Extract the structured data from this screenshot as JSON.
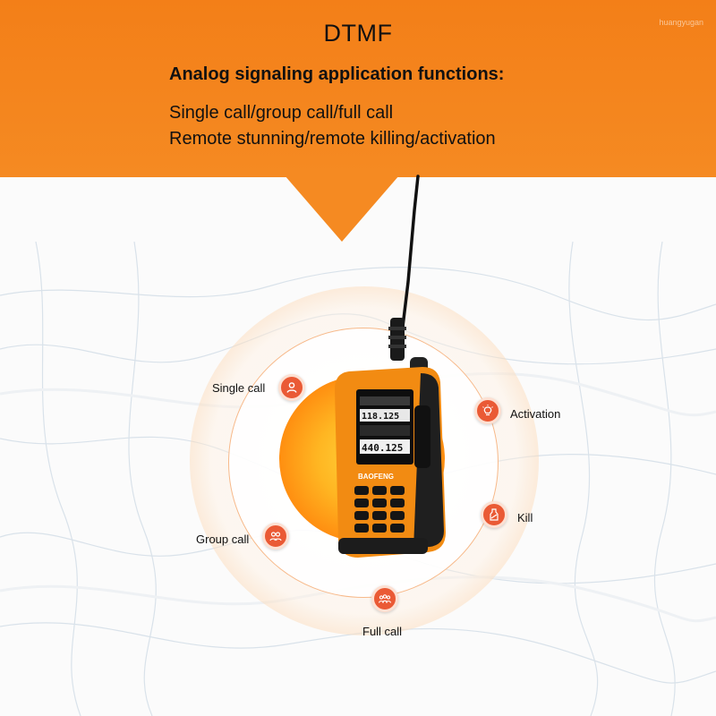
{
  "header": {
    "title": "DTMF",
    "subtitle": "Analog signaling application functions:",
    "lines": [
      "Single call/group call/full call",
      "Remote stunning/remote killing/activation"
    ]
  },
  "watermark": "huangyugan",
  "functions": [
    {
      "label": "Single call",
      "icon": "single-person-icon"
    },
    {
      "label": "Activation",
      "icon": "lightbulb-icon"
    },
    {
      "label": "Kill",
      "icon": "kill-icon"
    },
    {
      "label": "Group call",
      "icon": "group-icon"
    },
    {
      "label": "Full call",
      "icon": "crowd-icon"
    }
  ],
  "radio": {
    "brand": "BAOFENG",
    "freq_top": "118.125",
    "freq_bottom": "440.125"
  },
  "colors": {
    "banner_orange": "#f58a22",
    "icon_red": "#ea5a35",
    "radio_orange": "#f28b12"
  }
}
